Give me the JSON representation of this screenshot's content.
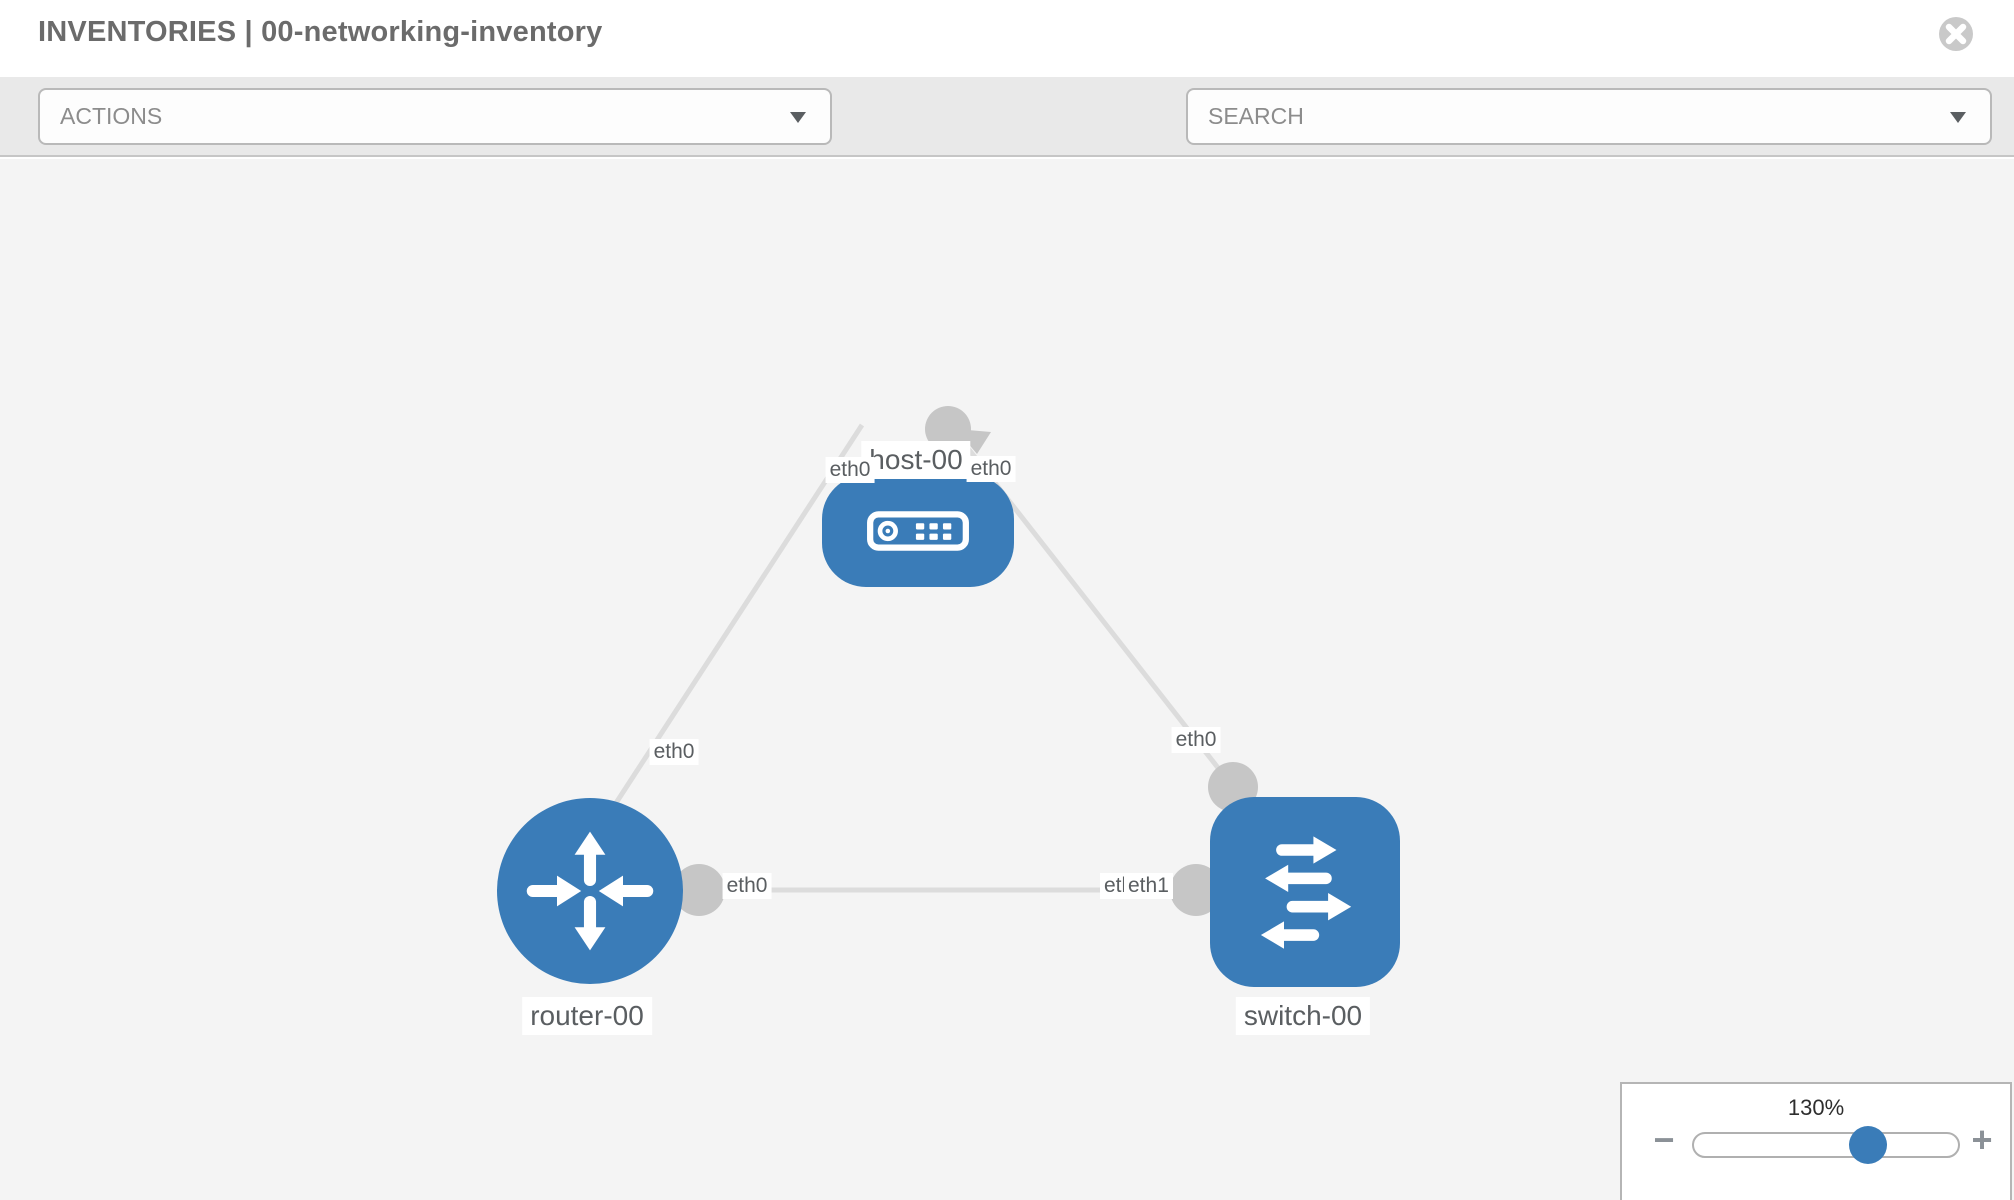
{
  "header": {
    "title": "INVENTORIES | 00-networking-inventory"
  },
  "toolbar": {
    "actions": {
      "label": "ACTIONS"
    },
    "search": {
      "label": "SEARCH"
    },
    "tools": [
      {
        "name": "wrench"
      },
      {
        "name": "key"
      }
    ]
  },
  "topology": {
    "nodes": [
      {
        "label": "host-00",
        "type": "host"
      },
      {
        "label": "router-00",
        "type": "router"
      },
      {
        "label": "switch-00",
        "type": "switch"
      }
    ],
    "links": [
      {
        "source": "host-00",
        "source_interface": "eth0",
        "target": "router-00",
        "target_interface": "eth0"
      },
      {
        "source": "host-00",
        "source_interface": "eth0",
        "target": "switch-00",
        "target_interface": "eth0"
      },
      {
        "source": "router-00",
        "source_interface": "eth0",
        "target": "switch-00",
        "target_interface": "eth1"
      }
    ],
    "interface_labels": {
      "host_left": "eth0",
      "host_right": "eth0",
      "router_uplink": "eth0",
      "switch_uplink": "eth0",
      "router_mid": "eth0",
      "switch_mid_under": "eth0",
      "switch_mid": "eth1"
    }
  },
  "zoom_control": {
    "level": "130%",
    "zoom_out": "−",
    "zoom_in": "+"
  },
  "colors": {
    "node_blue": "#3a7cb8",
    "link_gray": "#dcdcdc",
    "port_gray": "#c6c6c6",
    "toolbar_bg": "#e9e9e9",
    "canvas_bg": "#f4f4f4",
    "title_gray": "#6b6b6b",
    "icon_slate": "#6e7a84"
  }
}
